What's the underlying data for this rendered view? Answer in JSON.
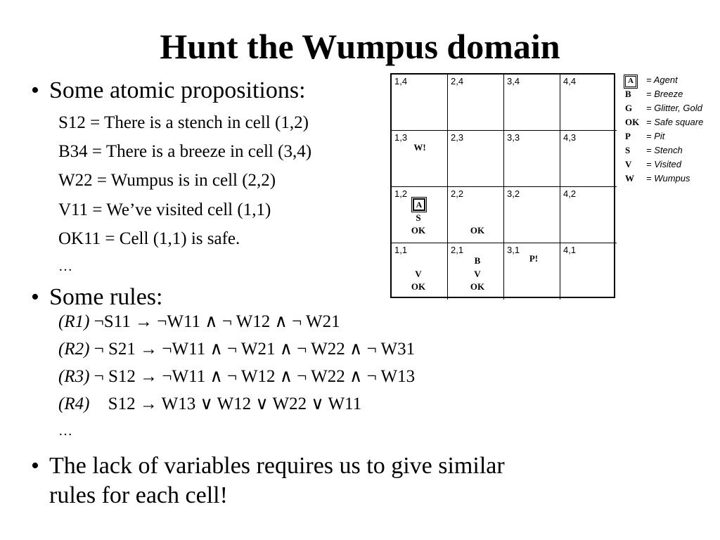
{
  "title": "Hunt the Wumpus domain",
  "bullets": [
    "Some atomic propositions:",
    "Some rules:",
    "The lack of variables requires us to give similar",
    "rules for each cell!"
  ],
  "propositions": [
    "S12 = There is a stench in cell (1,2)",
    "B34 = There is a breeze in cell (3,4)",
    "W22 = Wumpus is in cell (2,2)",
    "V11 = We’ve visited cell (1,1)",
    "OK11 = Cell (1,1) is safe.",
    "…"
  ],
  "rules": [
    {
      "label": "(R1)",
      "text": "¬S11 → ¬W11 ∧ ¬ W12 ∧ ¬ W21"
    },
    {
      "label": "(R2)",
      "text": "¬ S21 → ¬W11 ∧ ¬ W21 ∧ ¬ W22 ∧ ¬ W31"
    },
    {
      "label": "(R3)",
      "text": "¬ S12 → ¬W11 ∧ ¬ W12 ∧ ¬ W22 ∧ ¬ W13"
    },
    {
      "label": "(R4)",
      "text": "S12 → W13 ∨ W12 ∨ W22 ∨ W11"
    }
  ],
  "rules_ellipsis": "…",
  "grid": {
    "coords": {
      "c14": "1,4",
      "c24": "2,4",
      "c34": "3,4",
      "c44": "4,4",
      "c13": "1,3",
      "c23": "2,3",
      "c33": "3,3",
      "c43": "4,3",
      "c12": "1,2",
      "c22": "2,2",
      "c32": "3,2",
      "c42": "4,2",
      "c11": "1,1",
      "c21": "2,1",
      "c31": "3,1",
      "c41": "4,1"
    },
    "marks": {
      "c13_w": "W!",
      "c12_a": "A",
      "c12_s": "S",
      "c12_ok": "OK",
      "c22_ok": "OK",
      "c11_v": "V",
      "c11_ok": "OK",
      "c21_b": "B",
      "c21_v": "V",
      "c21_ok": "OK",
      "c31_p": "P!"
    }
  },
  "legend": [
    {
      "sym": "A",
      "desc": "= Agent"
    },
    {
      "sym": "B",
      "desc": "= Breeze"
    },
    {
      "sym": "G",
      "desc": "= Glitter, Gold"
    },
    {
      "sym": "OK",
      "desc": "= Safe square"
    },
    {
      "sym": "P",
      "desc": "= Pit"
    },
    {
      "sym": "S",
      "desc": "= Stench"
    },
    {
      "sym": "V",
      "desc": "= Visited"
    },
    {
      "sym": "W",
      "desc": "= Wumpus"
    }
  ]
}
